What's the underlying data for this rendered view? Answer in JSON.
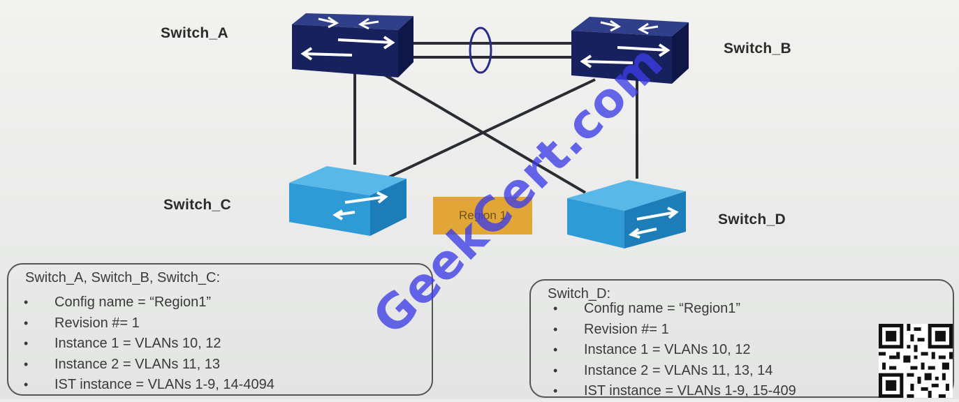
{
  "switches": {
    "a": {
      "label": "Switch_A",
      "icon": "core-switch-icon"
    },
    "b": {
      "label": "Switch_B",
      "icon": "core-switch-icon"
    },
    "c": {
      "label": "Switch_C",
      "icon": "access-switch-icon"
    },
    "d": {
      "label": "Switch_D",
      "icon": "access-switch-icon"
    }
  },
  "region_label": "Region 1",
  "watermark": "GeekCert.com",
  "colors": {
    "core_switch": "#1c2a6e",
    "access_switch": "#2e9ad6",
    "region": "#e2a636",
    "watermark": "#3c3ce6"
  },
  "config_abc": {
    "title": "Switch_A, Switch_B, Switch_C:",
    "items": [
      "Config name = “Region1”",
      "Revision #= 1",
      "Instance 1 = VLANs 10, 12",
      "Instance 2 = VLANs 11, 13",
      "IST instance = VLANs 1-9, 14-4094"
    ]
  },
  "config_d": {
    "title": "Switch_D:",
    "items": [
      "Config name = “Region1”",
      "Revision #= 1",
      "Instance 1 = VLANs 10, 12",
      "Instance 2 = VLANs 11, 13, 14",
      "IST instance = VLANs 1-9, 15-409"
    ]
  }
}
